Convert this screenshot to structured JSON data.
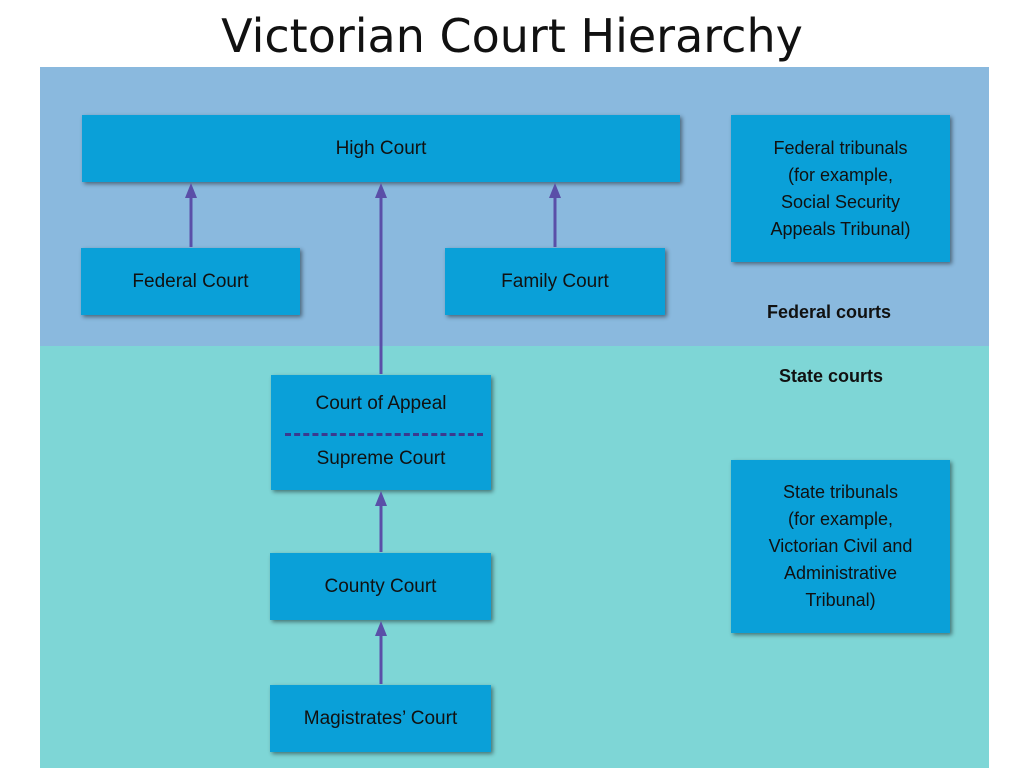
{
  "title": "Victorian Court Hierarchy",
  "colors": {
    "federal_band": "#8ab9de",
    "state_band": "#7ed6d6",
    "box": "#0aa0d8",
    "arrow": "#5a4fa8"
  },
  "federal": {
    "label": "Federal courts",
    "high_court": "High Court",
    "federal_court": "Federal Court",
    "family_court": "Family Court",
    "tribunals": [
      "Federal tribunals",
      "(for example,",
      "Social Security",
      "Appeals Tribunal)"
    ]
  },
  "state": {
    "label": "State courts",
    "court_of_appeal": "Court of Appeal",
    "supreme_court": "Supreme Court",
    "county_court": "County Court",
    "magistrates_court": "Magistrates’ Court",
    "tribunals": [
      "State tribunals",
      "(for example,",
      "Victorian Civil and",
      "Administrative",
      "Tribunal)"
    ]
  }
}
